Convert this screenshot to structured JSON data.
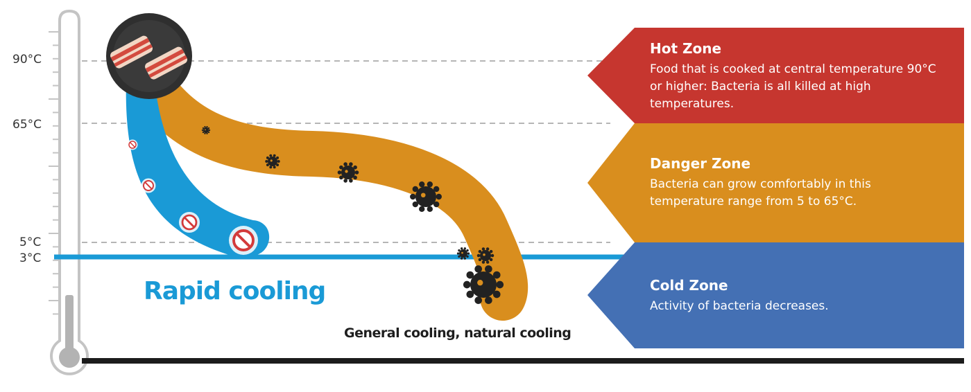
{
  "colors": {
    "hot": "#c6362f",
    "danger": "#d98e1e",
    "cold": "#4470b4",
    "rapid": "#1a9ad6",
    "baseline": "#1c1c1c",
    "gridline": "#b5b5b5",
    "thermometer": "#c4c4c4"
  },
  "scale": {
    "labels": [
      "90°C",
      "65°C",
      "5°C",
      "3°C"
    ]
  },
  "zones": [
    {
      "id": "hot",
      "title": "Hot Zone",
      "body": "Food that is cooked at central temperature 90°C or higher: Bacteria is all killed at high temperatures."
    },
    {
      "id": "danger",
      "title": "Danger Zone",
      "body": "Bacteria can grow comfortably in this temperature range from 5 to 65°C."
    },
    {
      "id": "cold",
      "title": "Cold Zone",
      "body": "Activity of bacteria decreases."
    }
  ],
  "curves": {
    "rapid_label": "Rapid cooling",
    "general_label": "General cooling, natural cooling"
  },
  "icons": {
    "pan": "frying-pan-with-bacon-icon",
    "germ": "bacteria-germ-icon",
    "no_germ": "no-bacteria-icon",
    "thermometer": "thermometer-icon"
  }
}
